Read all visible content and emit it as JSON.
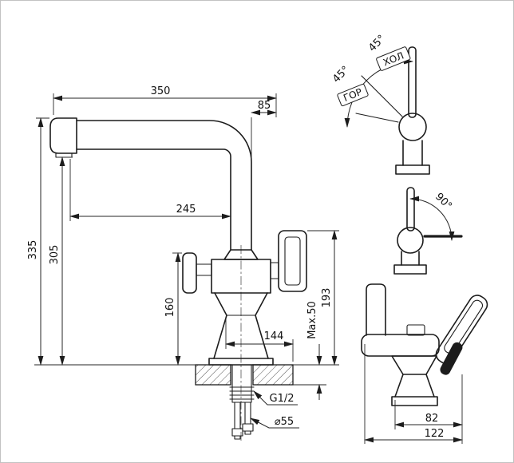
{
  "drawing": {
    "kind": "faucet installation technical drawing",
    "ink_color": "#1c1c1c",
    "background_color": "#ffffff"
  },
  "main": {
    "d350": "350",
    "d85": "85",
    "d245": "245",
    "d335": "335",
    "d305": "305",
    "d160": "160",
    "d193": "193",
    "dmax": "Max.50",
    "d144": "144",
    "thread": "G1/2",
    "hole": "⌀55"
  },
  "angles": {
    "a45a": "45°",
    "a45b": "45°",
    "cold": "ХОЛ",
    "hot": "ГОР"
  },
  "rotation": {
    "a90": "90°"
  },
  "front": {
    "d82": "82",
    "d122": "122"
  }
}
